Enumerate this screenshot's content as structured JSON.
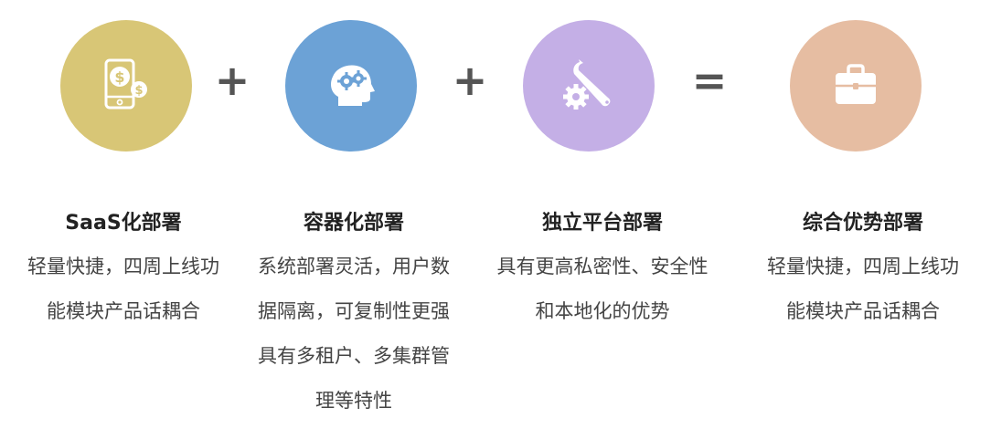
{
  "colors": {
    "circle1": "#D8C676",
    "circle2": "#6CA2D6",
    "circle3": "#C4AFE6",
    "circle4": "#E6BDA2",
    "operator": "#555555"
  },
  "operators": [
    "+",
    "+",
    "="
  ],
  "items": [
    {
      "icon": "phone-dollar-icon",
      "title": "SaaS化部署",
      "lines": [
        "轻量快捷，四周上线功",
        "能模块产品话耦合"
      ]
    },
    {
      "icon": "head-gears-icon",
      "title": "容器化部署",
      "lines": [
        "系统部署灵活，用户数",
        "据隔离，可复制性更强",
        "具有多租户、多集群管",
        "理等特性"
      ]
    },
    {
      "icon": "wrench-gear-icon",
      "title": "独立平台部署",
      "lines": [
        "具有更高私密性、安全性",
        "和本地化的优势"
      ]
    },
    {
      "icon": "briefcase-icon",
      "title": "综合优势部署",
      "lines": [
        "轻量快捷，四周上线功",
        "能模块产品话耦合"
      ]
    }
  ]
}
